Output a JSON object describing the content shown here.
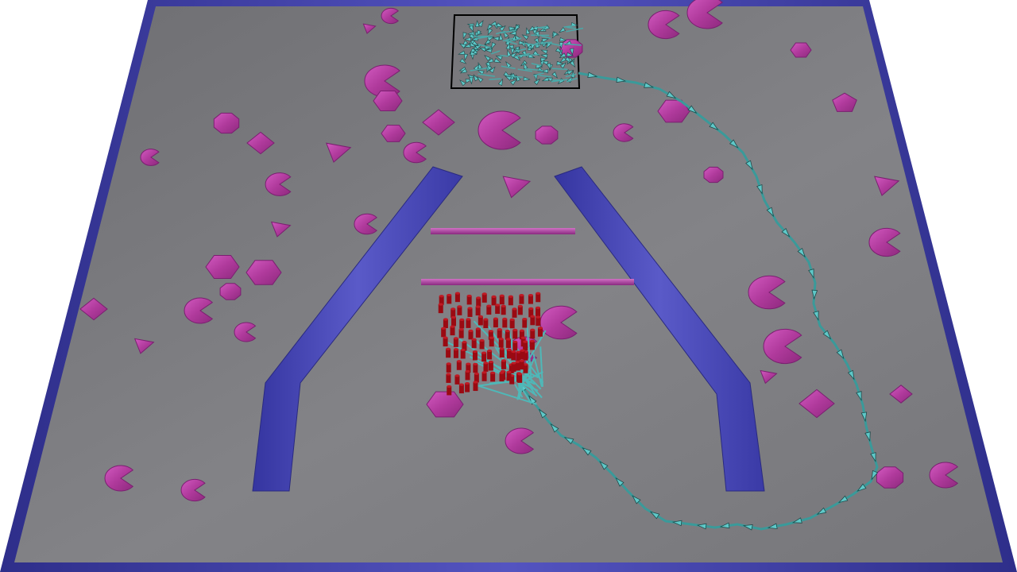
{
  "scene": {
    "colors": {
      "background": "#ffffff",
      "floor": "#7c7c80",
      "floor_edge": "#3d3d9a",
      "wall": "#4848b4",
      "obstacle": "#b8399f",
      "barrier": "#c050b0",
      "agent_path": "#5fc8c8",
      "agent": "#9a0a12",
      "target_box": "#000000"
    },
    "icons": {
      "obstacle": "magenta-polygon-obstacle",
      "agent": "red-cylinder-agent",
      "path": "cyan-arrow-trail"
    },
    "counts": {
      "agents": 100
    }
  }
}
